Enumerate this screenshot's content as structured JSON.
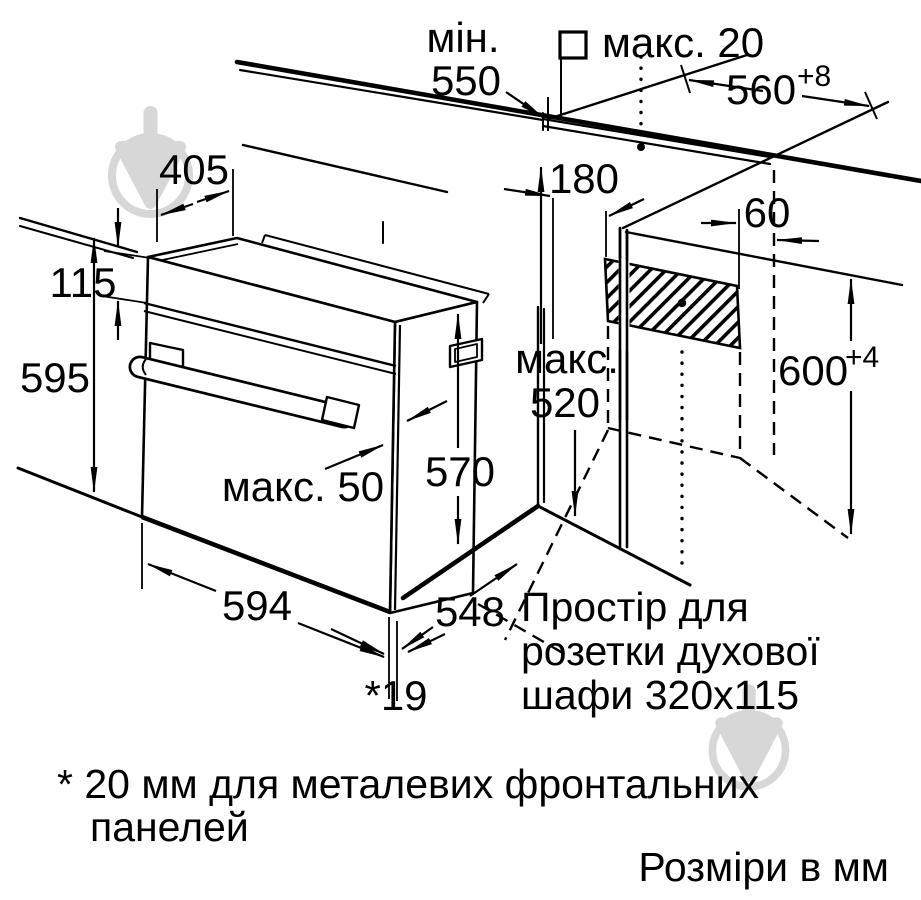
{
  "diagram": {
    "type": "oven installation drawing",
    "line_color": "#000000",
    "watermark_color": "#d7d7d7",
    "dimensions": {
      "min_counter_depth_label": "мін.",
      "min_counter_depth_value": "550",
      "max_gap_legend": "макс. 20",
      "niche_width": "560",
      "niche_width_tolerance": "+8",
      "top_depth": "405",
      "socket_setback": "180",
      "socket_side_offset": "60",
      "control_panel_height": "115",
      "oven_height": "595",
      "max_depth_label": "макс.",
      "max_depth_value": "520",
      "oven_body_depth": "570",
      "max_handle_protrusion": "макс. 50",
      "oven_width": "594",
      "min_niche_depth": "548",
      "front_panel_gap": "*19",
      "niche_height": "600",
      "niche_height_tolerance": "+4"
    },
    "notes": {
      "socket_note_line1": "Простір для",
      "socket_note_line2": "розетки духової",
      "socket_note_line3": "шафи 320x115",
      "footnote_line1": "* 20 мм для металевих фронтальних",
      "footnote_line2": "панелей",
      "units_note": "Розміри в мм"
    }
  }
}
